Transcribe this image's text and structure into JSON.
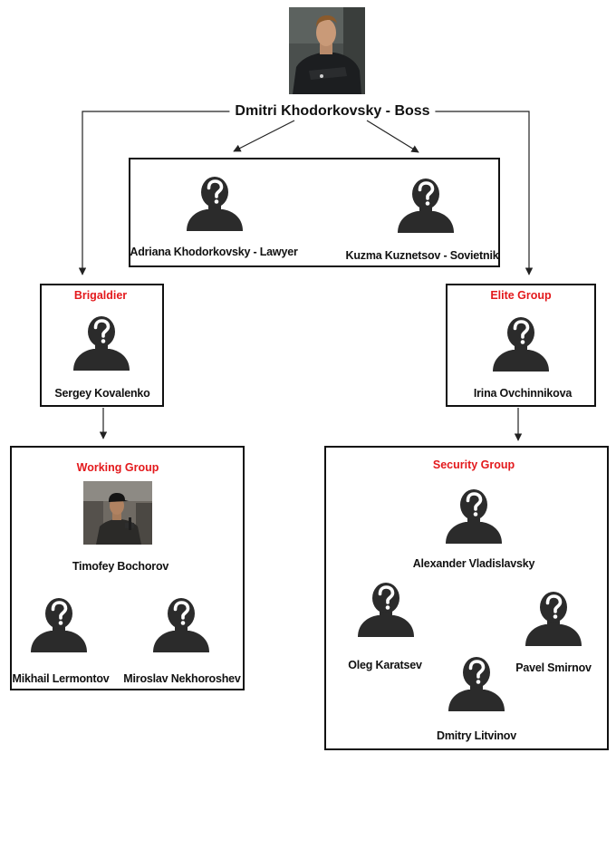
{
  "colors": {
    "group_title": "#e3191c",
    "line": "#222222",
    "silhouette": "#2b2b2b"
  },
  "boss": {
    "name": "Dmitri Khodorkovsky - Boss",
    "photo_icon": "boss-portrait-photo"
  },
  "advisors": [
    {
      "name": "Adriana Khodorkovsky - Lawyer",
      "icon": "unknown-person-icon"
    },
    {
      "name": "Kuzma Kuznetsov - Sovietnik",
      "icon": "unknown-person-icon"
    }
  ],
  "brigadier": {
    "title": "Brigaldier",
    "name": "Sergey Kovalenko",
    "icon": "unknown-person-icon"
  },
  "elite": {
    "title": "Elite Group",
    "name": "Irina  Ovchinnikova",
    "icon": "unknown-person-icon"
  },
  "working": {
    "title": "Working Group",
    "lead": {
      "name": "Timofey Bochorov",
      "photo_icon": "member-photo"
    },
    "members": [
      {
        "name": "Mikhail Lermontov",
        "icon": "unknown-person-icon"
      },
      {
        "name": "Miroslav Nekhoroshev",
        "icon": "unknown-person-icon"
      }
    ]
  },
  "security": {
    "title": "Security Group",
    "members": [
      {
        "name": "Alexander Vladislavsky",
        "icon": "unknown-person-icon"
      },
      {
        "name": "Oleg Karatsev",
        "icon": "unknown-person-icon"
      },
      {
        "name": "Pavel Smirnov",
        "icon": "unknown-person-icon"
      },
      {
        "name": "Dmitry Litvinov",
        "icon": "unknown-person-icon"
      }
    ]
  }
}
